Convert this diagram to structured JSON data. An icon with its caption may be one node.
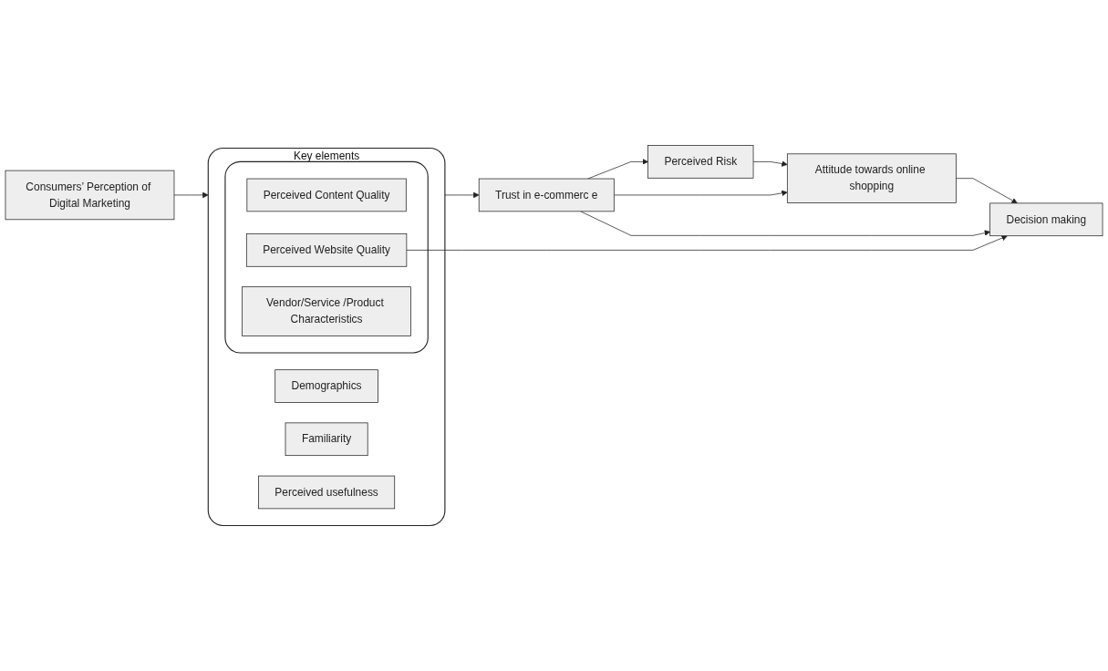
{
  "diagram": {
    "nodes": [
      {
        "text": [
          "Consumers’ Perception of Digital Marketing"
        ]
      },
      {
        "text": [
          "Key elements"
        ]
      },
      {
        "text": [
          "Demographics"
        ],
        "in": 1
      },
      {
        "text": [
          "Familiarity"
        ],
        "in": 1
      },
      {
        "text": [
          "Perceived usefulness"
        ],
        "in": 1
      },
      {
        "text": [],
        "shape": "box",
        "in": 1
      },
      {
        "text": [
          "Perceived Content Quality"
        ],
        "in": 5
      },
      {
        "text": [
          "Perceived Website Quality"
        ],
        "in": 5
      },
      {
        "text": [
          "Vendor/Service /Product Characteristics"
        ],
        "in": 5
      },
      {
        "text": [
          "Trust in e-commerc e"
        ]
      },
      {
        "text": [
          "Perceived Risk"
        ]
      },
      {
        "text": [
          "Attitude towards online shopping"
        ]
      },
      {
        "text": [
          "Decision making"
        ]
      }
    ],
    "edges": [
      {
        "from": 0,
        "to": 1,
        "arrow": "to"
      },
      {
        "from": 1,
        "to": 9,
        "arrow": "to"
      },
      {
        "from": 9,
        "to": 10,
        "arrow": "to"
      },
      {
        "from": 10,
        "to": 11,
        "arrow": "to"
      },
      {
        "from": 11,
        "to": 12,
        "arrow": "to"
      },
      {
        "from": 9,
        "to": 12,
        "arrow": "to"
      },
      {
        "from": 9,
        "to": 11,
        "arrow": "to"
      },
      {
        "from": 7,
        "to": 12,
        "arrow": "to"
      }
    ]
  }
}
